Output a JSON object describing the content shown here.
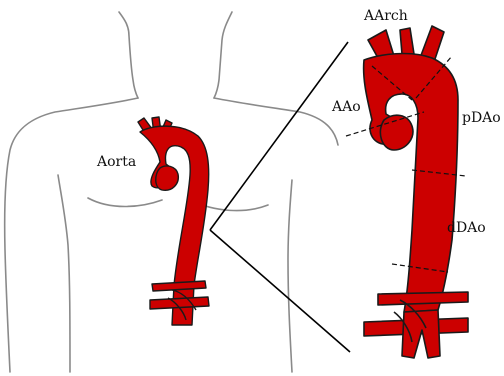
{
  "labels": {
    "aorta": "Aorta",
    "aarch": "AArch",
    "aao": "AAo",
    "pdao": "pDAo",
    "ddao": "dDAo"
  },
  "colors": {
    "aorta_fill": "#cc0000",
    "aorta_outline": "#1a1a1a",
    "body_outline": "#8a8a8a",
    "zoom_lines": "#000000",
    "segment_dash": "#111111"
  }
}
